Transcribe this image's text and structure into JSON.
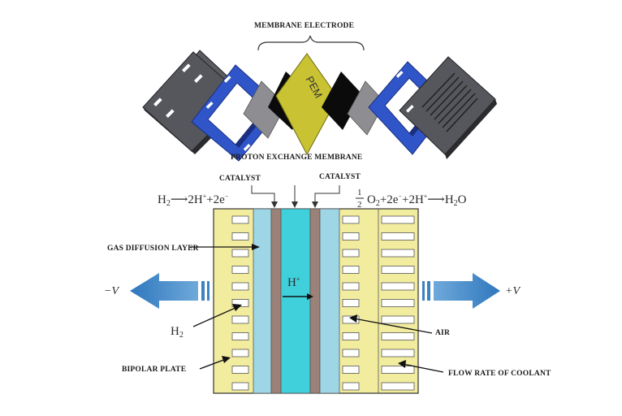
{
  "labels": {
    "membrane_electrode": "MEMBRANE ELECTRODE",
    "pem": "PEM",
    "proton_exchange_membrane": "PROTON EXCHANGE MEMBRANE",
    "catalyst_left": "CATALYST",
    "catalyst_right": "CATALYST",
    "gas_diffusion_layer": "GAS DIFFUSION LAYER",
    "bipolar_plate": "BIPOLAR PLATE",
    "air": "AIR",
    "flow_rate_of_coolant": "FLOW RATE OF COOLANT",
    "neg_v": "−V",
    "pos_v": "+V",
    "h_plus": "H",
    "h_plus_sup": "+",
    "h2": "H",
    "h2_sub": "2"
  },
  "equations": {
    "anode": {
      "h": "H",
      "h_sub": "2",
      "arrow": "⟶",
      "two_h": "2H",
      "plus_sup": "+",
      "plus_2e": "+2e",
      "minus_sup": "−"
    },
    "cathode": {
      "frac_num": "1",
      "frac_den": "2",
      "o": "O",
      "o_sub": "2",
      "plus_2e": "+2e",
      "minus_sup": "−",
      "plus_2h": "+2H",
      "plus_sup": "+",
      "arrow": "⟶",
      "h": "H",
      "h_sub": "2",
      "o_end": "O"
    }
  },
  "colors": {
    "plate_yellow": "#f2ec9e",
    "gdl_blue": "#9fd6e6",
    "catalyst_brown": "#9b8177",
    "membrane_cyan": "#3fd0dc",
    "arrow_blue": "#3b83c4",
    "frame_blue": "#2f55c8",
    "pem_yellow": "#c9c232",
    "dark_plate": "#505258"
  }
}
